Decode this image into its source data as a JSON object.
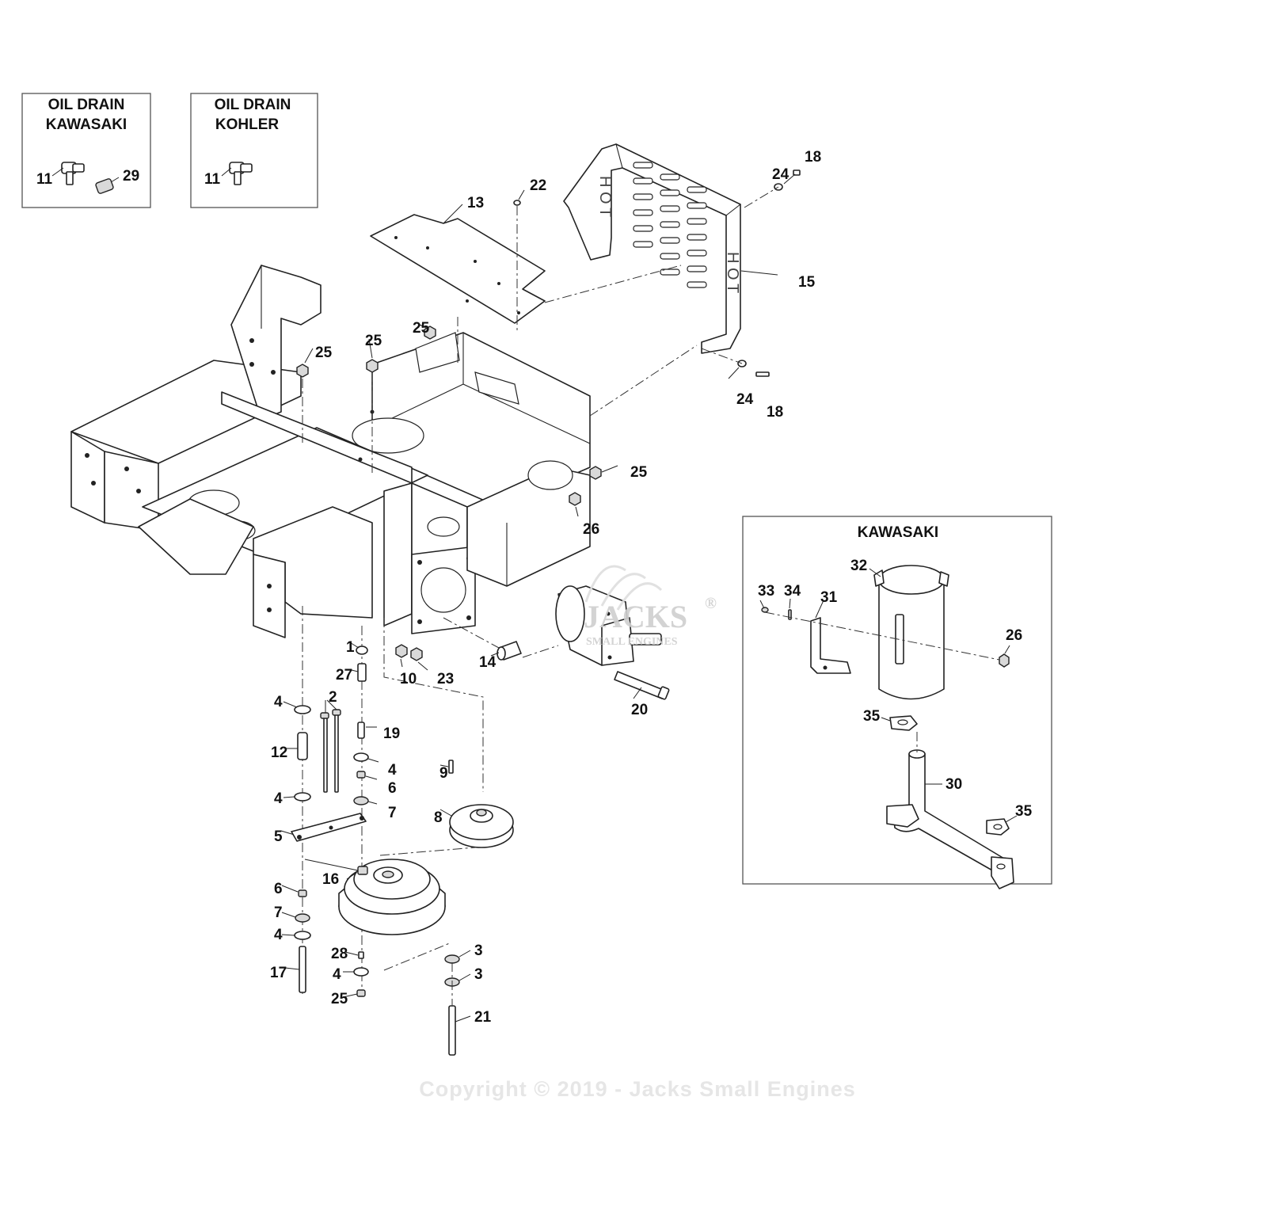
{
  "inset_boxes": {
    "oil_drain_kawasaki": {
      "line1": "OIL DRAIN",
      "line2": "KAWASAKI",
      "callouts": [
        "11",
        "29"
      ]
    },
    "oil_drain_kohler": {
      "line1": "OIL DRAIN",
      "line2": "KOHLER",
      "callouts": [
        "11"
      ]
    },
    "kawasaki": {
      "title": "KAWASAKI",
      "callouts": [
        "33",
        "34",
        "31",
        "32",
        "26",
        "35",
        "30",
        "35"
      ]
    }
  },
  "heat_shield_text": [
    "H",
    "O",
    "T",
    "H",
    "O",
    "T"
  ],
  "main_callouts": [
    "13",
    "22",
    "18",
    "24",
    "15",
    "24",
    "18",
    "25",
    "25",
    "25",
    "25",
    "26",
    "1",
    "27",
    "10",
    "23",
    "14",
    "20",
    "4",
    "2",
    "19",
    "12",
    "4",
    "6",
    "9",
    "4",
    "7",
    "8",
    "5",
    "16",
    "6",
    "7",
    "4",
    "28",
    "3",
    "3",
    "17",
    "4",
    "25",
    "21"
  ],
  "watermark": {
    "brand": "JACKS",
    "registered": "®",
    "sub": "SMALL ENGINES"
  },
  "copyright": "Copyright © 2019 - Jacks Small Engines"
}
